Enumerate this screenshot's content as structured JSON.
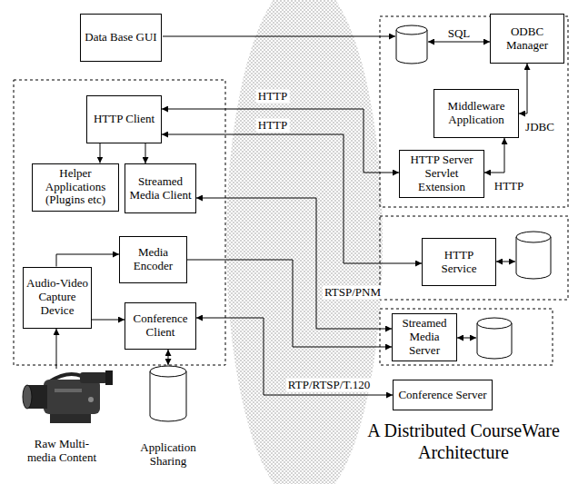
{
  "diagram": {
    "title": "A Distributed CourseWare Architecture",
    "nodes": [
      {
        "text": [
          "Data Base GUI"
        ]
      },
      {
        "text": [
          "ODBC Manager"
        ]
      },
      {
        "text": [
          "HTTP Client"
        ]
      },
      {
        "text": [
          "Middleware Application"
        ]
      },
      {
        "text": [
          "HTTP Server Servlet Extension"
        ]
      },
      {
        "text": [
          "Helper Applications (Plugins etc)"
        ]
      },
      {
        "text": [
          "Streamed Media Client"
        ]
      },
      {
        "text": [
          "HTTP Service"
        ]
      },
      {
        "text": [
          "Media Encoder"
        ]
      },
      {
        "text": [
          "Audio-Video Capture Device"
        ]
      },
      {
        "text": [
          "Conference Client"
        ]
      },
      {
        "text": [
          "Streamed Media Server"
        ]
      },
      {
        "text": [
          "Conference Server"
        ]
      },
      {
        "text": [
          "Application Sharing"
        ]
      }
    ],
    "edges": [
      {
        "from": 3,
        "to": 1,
        "label": "JDBC",
        "arrow": "both"
      },
      {
        "from": 4,
        "to": 3,
        "label": "HTTP",
        "arrow": "both"
      },
      {
        "from": 2,
        "to": 4,
        "label": "HTTP",
        "arrow": "both"
      },
      {
        "from": 2,
        "to": 7,
        "label": "HTTP",
        "arrow": "both"
      },
      {
        "from": 2,
        "to": 5,
        "arrow": "to"
      },
      {
        "from": 2,
        "to": 6,
        "arrow": "to"
      },
      {
        "from": 6,
        "to": 11,
        "label": "RTSP/PNM",
        "arrow": "both"
      },
      {
        "from": 9,
        "to": 8,
        "arrow": "to"
      },
      {
        "from": 8,
        "to": 11,
        "arrow": "to"
      },
      {
        "from": 9,
        "to": 10,
        "arrow": "to"
      },
      {
        "from": 10,
        "to": 12,
        "label": "RTP/RTSP/T.120",
        "arrow": "both"
      },
      {
        "from": 10,
        "to": 13,
        "arrow": "both"
      }
    ],
    "labels": [
      "SQL",
      "Raw Multi- media Content"
    ]
  }
}
